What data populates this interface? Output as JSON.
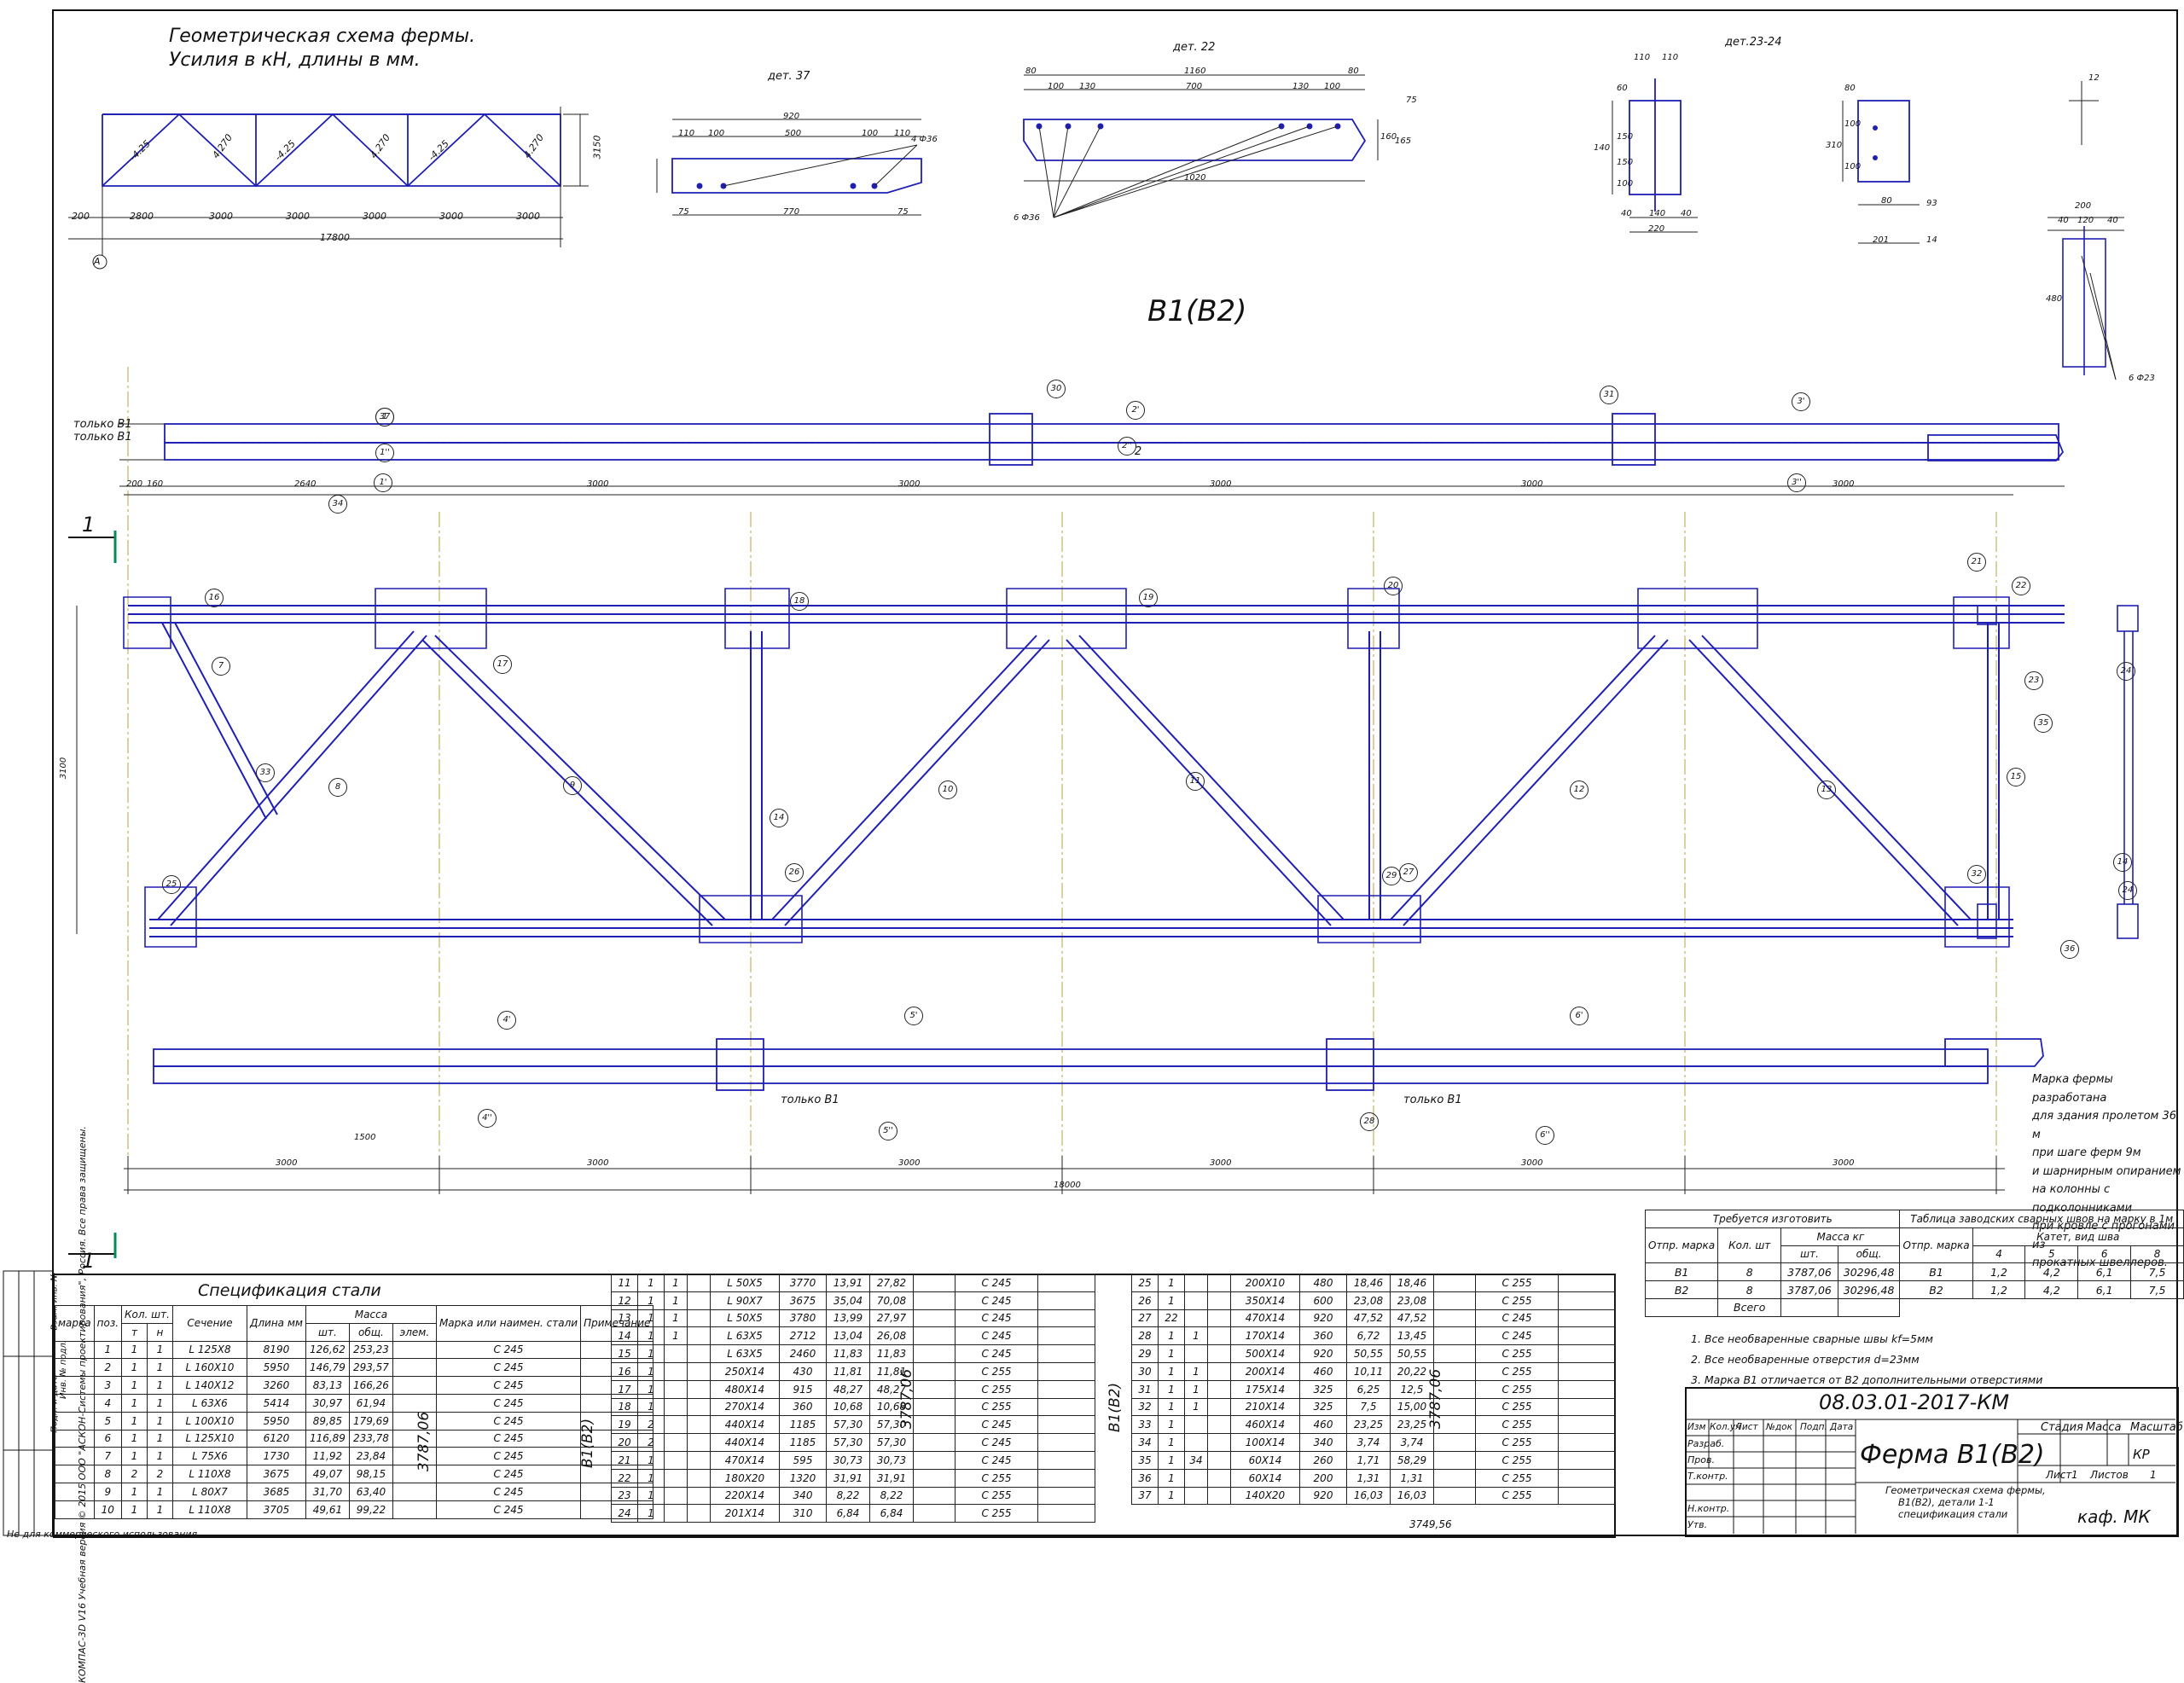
{
  "drawing": {
    "scheme_title_1": "Геометрическая схема фермы.",
    "scheme_title_2": "Усилия в кН, длины в мм.",
    "main_title": "В1(В2)",
    "detail_37_label": "дет. 37",
    "detail_22_label": "дет. 22",
    "detail_23_24_label": "дет.23-24",
    "section_mark": "1",
    "only_b1_a": "только В1",
    "only_b1_b": "только В1",
    "only_b1_c": "только В1",
    "only_b1_d": "только В1",
    "label_2": "2",
    "scheme_spans": [
      "200",
      "2800",
      "3000",
      "3000",
      "3000",
      "3000",
      "3000"
    ],
    "scheme_total": "17800",
    "scheme_height": "3150",
    "scheme_forces": [
      "-4.25",
      "4.270",
      "-4.25",
      "4.270",
      "-4.25",
      "4.270"
    ],
    "scheme_axis": "А",
    "top_spans": [
      "200",
      "160",
      "2640",
      "3000",
      "3000",
      "3000",
      "3000",
      "3000"
    ],
    "bottom_spans": [
      "3000",
      "3000",
      "3000",
      "3000",
      "3000",
      "3000"
    ],
    "bottom_total": "18000",
    "bottom_1500": "1500",
    "truss_height": "3100",
    "det37_dims": [
      "920",
      "110",
      "100",
      "500",
      "100",
      "110",
      "770",
      "75",
      "75",
      "4 Ф36"
    ],
    "det22_dims": [
      "1160",
      "80",
      "80",
      "100",
      "130",
      "700",
      "130",
      "100",
      "1020",
      "6 Ф36",
      "160",
      "165",
      "75"
    ],
    "det2324_dims": [
      "110",
      "110",
      "60",
      "140",
      "150",
      "150",
      "100",
      "40",
      "140",
      "40",
      "220",
      "310",
      "80",
      "100",
      "100",
      "80",
      "201",
      "93",
      "14",
      "12"
    ],
    "right_det_dims": [
      "200",
      "120",
      "40",
      "40",
      "480",
      "6 Ф23"
    ],
    "marks_tags": [
      "1",
      "1'",
      "1''",
      "2'",
      "2''",
      "3'",
      "3''",
      "4'",
      "4''",
      "5'",
      "5''",
      "6'",
      "6''",
      "7",
      "8",
      "9",
      "10",
      "11",
      "12",
      "13",
      "14",
      "14",
      "15",
      "16",
      "17",
      "18",
      "19",
      "20",
      "21",
      "22",
      "23",
      "24",
      "24",
      "25",
      "26",
      "27",
      "28",
      "29",
      "30",
      "31",
      "32",
      "33",
      "34",
      "35",
      "36",
      "37"
    ]
  },
  "spec": {
    "title": "Спецификация стали",
    "headers": {
      "marka": "марка",
      "poz": "поз.",
      "kol": "Кол. шт.",
      "t": "т",
      "n": "н",
      "section": "Сечение",
      "length": "Длина мм",
      "mass": "Масса",
      "sht": "шт.",
      "obsh": "общ.",
      "elem": "элем.",
      "steel": "Марка или наимен. стали",
      "note": "Примечание"
    },
    "group_mass": "3787,06",
    "group_label_b1b2": "В1(В2)",
    "group_label_b1b2_b": "В1(В2)",
    "group_mass_b": "3787,06",
    "group_mass_c": "3787,06",
    "total_mass": "3749,56",
    "rows_a": [
      [
        "1",
        "1",
        "1",
        "L 125Х8",
        "8190",
        "126,62",
        "253,23",
        "С 245"
      ],
      [
        "2",
        "1",
        "1",
        "L 160Х10",
        "5950",
        "146,79",
        "293,57",
        "С 245"
      ],
      [
        "3",
        "1",
        "1",
        "L 140Х12",
        "3260",
        "83,13",
        "166,26",
        "С 245"
      ],
      [
        "4",
        "1",
        "1",
        "L 63Х6",
        "5414",
        "30,97",
        "61,94",
        "С 245"
      ],
      [
        "5",
        "1",
        "1",
        "L 100Х10",
        "5950",
        "89,85",
        "179,69",
        "С 245"
      ],
      [
        "6",
        "1",
        "1",
        "L 125Х10",
        "6120",
        "116,89",
        "233,78",
        "С 245"
      ],
      [
        "7",
        "1",
        "1",
        "L 75Х6",
        "1730",
        "11,92",
        "23,84",
        "С 245"
      ],
      [
        "8",
        "2",
        "2",
        "L 110Х8",
        "3675",
        "49,07",
        "98,15",
        "С 245"
      ],
      [
        "9",
        "1",
        "1",
        "L 80Х7",
        "3685",
        "31,70",
        "63,40",
        "С 245"
      ],
      [
        "10",
        "1",
        "1",
        "L 110Х8",
        "3705",
        "49,61",
        "99,22",
        "С 245"
      ]
    ],
    "rows_b": [
      [
        "11",
        "1",
        "1",
        "L 50Х5",
        "3770",
        "13,91",
        "27,82",
        "С 245"
      ],
      [
        "12",
        "1",
        "1",
        "L 90Х7",
        "3675",
        "35,04",
        "70,08",
        "С 245"
      ],
      [
        "13",
        "1",
        "1",
        "L 50Х5",
        "3780",
        "13,99",
        "27,97",
        "С 245"
      ],
      [
        "14",
        "1",
        "1",
        "L 63Х5",
        "2712",
        "13,04",
        "26,08",
        "С 245"
      ],
      [
        "15",
        "1",
        "",
        "L 63Х5",
        "2460",
        "11,83",
        "11,83",
        "С 245"
      ],
      [
        "16",
        "1",
        "",
        "250Х14",
        "430",
        "11,81",
        "11,81",
        "С 255"
      ],
      [
        "17",
        "1",
        "",
        "480Х14",
        "915",
        "48,27",
        "48,27",
        "С 255"
      ],
      [
        "18",
        "1",
        "",
        "270Х14",
        "360",
        "10,68",
        "10,68",
        "С 255"
      ],
      [
        "19",
        "2",
        "",
        "440Х14",
        "1185",
        "57,30",
        "57,30",
        "С 245"
      ],
      [
        "20",
        "2",
        "",
        "440Х14",
        "1185",
        "57,30",
        "57,30",
        "С 245"
      ],
      [
        "21",
        "1",
        "",
        "470Х14",
        "595",
        "30,73",
        "30,73",
        "С 245"
      ],
      [
        "22",
        "1",
        "",
        "180Х20",
        "1320",
        "31,91",
        "31,91",
        "С 255"
      ],
      [
        "23",
        "1",
        "",
        "220Х14",
        "340",
        "8,22",
        "8,22",
        "С 255"
      ],
      [
        "24",
        "1",
        "",
        "201Х14",
        "310",
        "6,84",
        "6,84",
        "С 255"
      ]
    ],
    "rows_c": [
      [
        "25",
        "1",
        "",
        "200Х10",
        "480",
        "18,46",
        "18,46",
        "С 255"
      ],
      [
        "26",
        "1",
        "",
        "350Х14",
        "600",
        "23,08",
        "23,08",
        "С 255"
      ],
      [
        "27",
        "22",
        "",
        "470Х14",
        "920",
        "47,52",
        "47,52",
        "С 245"
      ],
      [
        "28",
        "1",
        "1",
        "170Х14",
        "360",
        "6,72",
        "13,45",
        "С 245"
      ],
      [
        "29",
        "1",
        "",
        "500Х14",
        "920",
        "50,55",
        "50,55",
        "С 255"
      ],
      [
        "30",
        "1",
        "1",
        "200Х14",
        "460",
        "10,11",
        "20,22",
        "С 255"
      ],
      [
        "31",
        "1",
        "1",
        "175Х14",
        "325",
        "6,25",
        "12,5",
        "С 255"
      ],
      [
        "32",
        "1",
        "1",
        "210Х14",
        "325",
        "7,5",
        "15,00",
        "С 255"
      ],
      [
        "33",
        "1",
        "",
        "460Х14",
        "460",
        "23,25",
        "23,25",
        "С 255"
      ],
      [
        "34",
        "1",
        "",
        "100Х14",
        "340",
        "3,74",
        "3,74",
        "С 255"
      ],
      [
        "35",
        "1",
        "34",
        "60Х14",
        "260",
        "1,71",
        "58,29",
        "С 255"
      ],
      [
        "36",
        "1",
        "",
        "60Х14",
        "200",
        "1,31",
        "1,31",
        "С 255"
      ],
      [
        "37",
        "1",
        "",
        "140Х20",
        "920",
        "16,03",
        "16,03",
        "С 255"
      ]
    ]
  },
  "make_table": {
    "title_left": "Требуется изготовить",
    "title_right": "Таблица заводских сварных швов на марку в 1м",
    "h_otpr": "Отпр. марка",
    "h_kol": "Кол. шт",
    "h_mass": "Масса кг",
    "h_sht": "шт.",
    "h_obsh": "общ.",
    "h_otpr2": "Отпр. марка",
    "h_katet": "Катет, вид шва",
    "katet_cols": [
      "4",
      "5",
      "6",
      "8"
    ],
    "rows": [
      [
        "В1",
        "8",
        "3787,06",
        "30296,48",
        "В1",
        "1,2",
        "4,2",
        "6,1",
        "7,5"
      ],
      [
        "В2",
        "8",
        "3787,06",
        "30296,48",
        "В2",
        "1,2",
        "4,2",
        "6,1",
        "7,5"
      ]
    ],
    "total_label": "Всего"
  },
  "notes": {
    "n1": "1. Все необваренные сварные швы kf=5мм",
    "n2": "2. Все необваренные отверстия d=23мм",
    "n3": "3. Марка В1 отличается от В2 дополнительными отверстиями"
  },
  "side_note": [
    "Марка фермы разработана",
    "для здания пролетом 36 м",
    "при шаге ферм 9м",
    "и шарнирным опиранием",
    "на колонны с подколонниками",
    "при кровле с прогонами из",
    "прокатных швеллеров."
  ],
  "title_block": {
    "doc_code": "08.03.01-2017-КМ",
    "name": "Ферма В1(В2)",
    "desc_1": "Геометрическая схема фермы,",
    "desc_2": "В1(В2), детали 1-1",
    "desc_3": "спецификация стали",
    "col_izm": "Изм",
    "col_kol": "Кол.уч",
    "col_list": "Лист",
    "col_ndoc": "№док",
    "col_podp": "Подп.",
    "col_data": "Дата",
    "razrab": "Разраб.",
    "prov": "Пров.",
    "tkontr": "Т.контр.",
    "nkontr": "Н.контр.",
    "utv": "Утв.",
    "stadiya": "Стадия",
    "massa": "Масса",
    "masshtab": "Масштаб",
    "stage_val": "КР",
    "list_label": "Лист",
    "list_val": "1",
    "listov_label": "Листов",
    "listov_val": "1",
    "org": "каф. МК"
  },
  "margin": {
    "left_stamp_1": "КОМПАС-3D V16 Учебная версия © 2015 ООО \"АСКОН-Системы проектирования\", Россия. Все права защищены.",
    "left_labels": [
      "Инв. № подл.",
      "Подп. и дата",
      "Взам. инв. №"
    ],
    "bottom_stamp": "Не для коммерческого использования"
  },
  "colors": {
    "line": "#1f1fb4",
    "frame": "#111111",
    "dash": "#b8a040"
  }
}
